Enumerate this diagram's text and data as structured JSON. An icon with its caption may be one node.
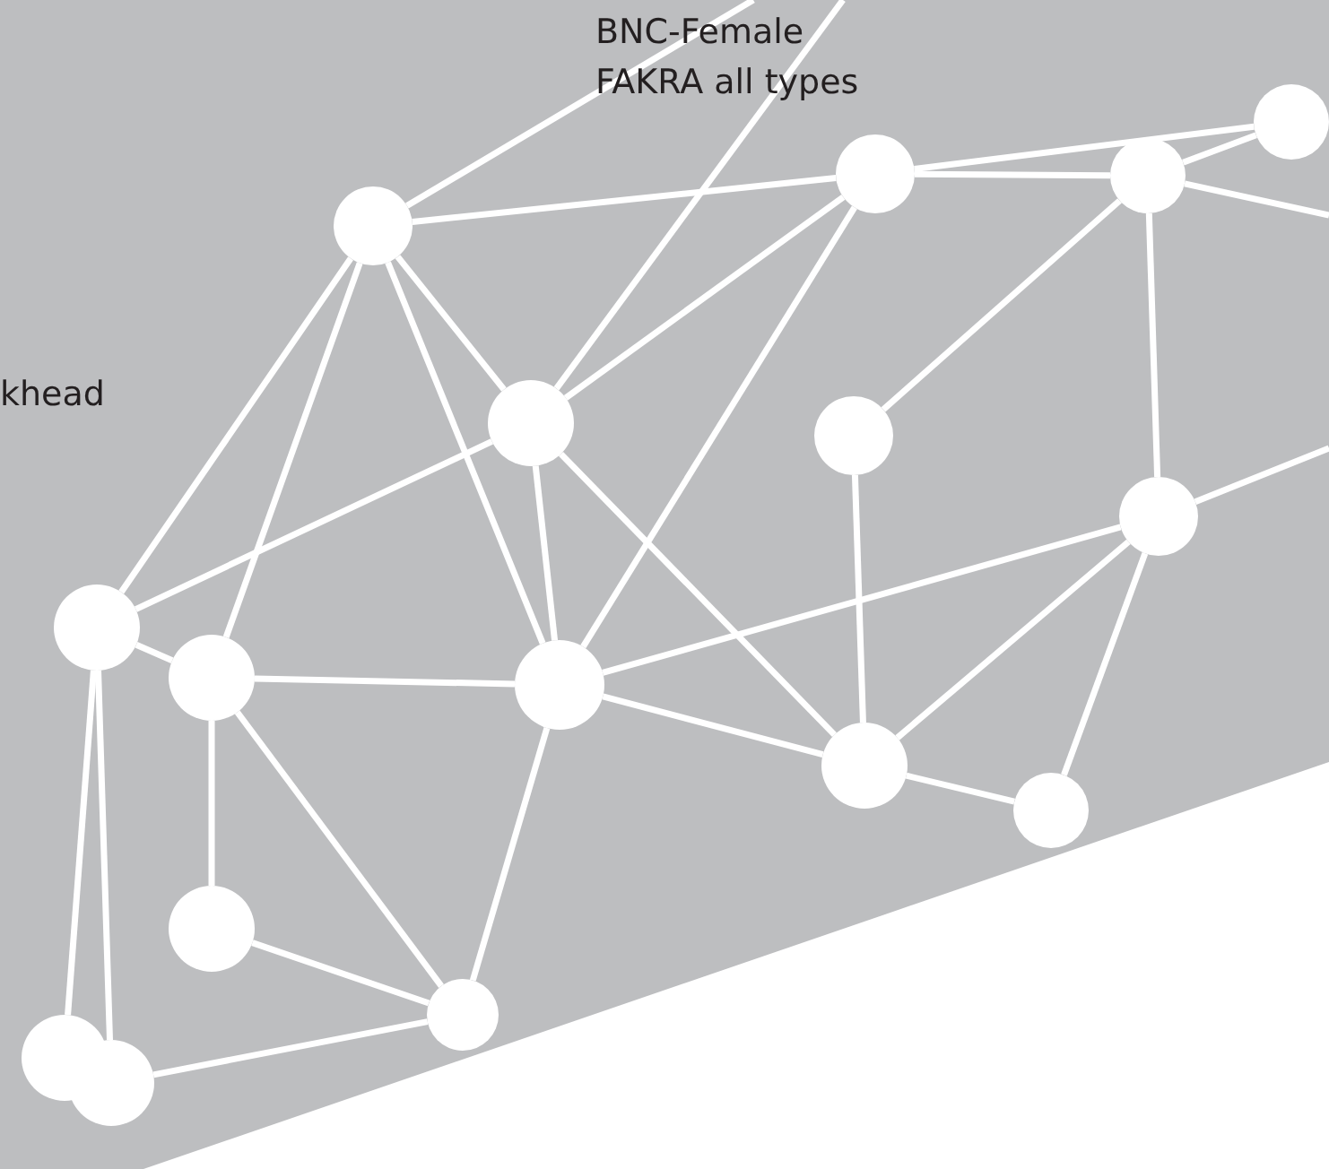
{
  "diagram": {
    "nodes": [
      {
        "text": [],
        "shape": "circle"
      },
      {
        "text": [],
        "shape": "circle"
      },
      {
        "text": [],
        "shape": "circle"
      },
      {
        "text": [],
        "shape": "circle"
      },
      {
        "text": [],
        "shape": "circle"
      },
      {
        "text": [],
        "shape": "circle"
      },
      {
        "text": [],
        "shape": "circle"
      },
      {
        "text": [],
        "shape": "circle"
      },
      {
        "text": [],
        "shape": "circle"
      },
      {
        "text": [],
        "shape": "circle"
      },
      {
        "text": [],
        "shape": "circle"
      },
      {
        "text": [],
        "shape": "circle"
      },
      {
        "text": [],
        "shape": "circle"
      },
      {
        "text": [],
        "shape": "circle"
      },
      {
        "text": [],
        "shape": "circle"
      },
      {
        "text": [],
        "shape": "circle"
      }
    ],
    "edges": [
      {
        "from": 1,
        "to": 0,
        "arrow": "none"
      },
      {
        "from": 1,
        "to": 2,
        "arrow": "none"
      },
      {
        "from": 2,
        "to": 0,
        "arrow": "none"
      },
      {
        "from": 3,
        "to": 4,
        "arrow": "none"
      },
      {
        "from": 3,
        "to": 9,
        "arrow": "none"
      },
      {
        "from": 3,
        "to": 8,
        "arrow": "none"
      },
      {
        "from": 3,
        "to": 7,
        "arrow": "none"
      },
      {
        "from": 4,
        "to": 1,
        "arrow": "none"
      },
      {
        "from": 4,
        "to": 9,
        "arrow": "none"
      },
      {
        "from": 4,
        "to": 7,
        "arrow": "none"
      },
      {
        "from": 4,
        "to": 10,
        "arrow": "none"
      },
      {
        "from": 1,
        "to": 9,
        "arrow": "none"
      },
      {
        "from": 2,
        "to": 5,
        "arrow": "none"
      },
      {
        "from": 2,
        "to": 6,
        "arrow": "none"
      },
      {
        "from": 5,
        "to": 10,
        "arrow": "none"
      },
      {
        "from": 6,
        "to": 10,
        "arrow": "none"
      },
      {
        "from": 6,
        "to": 11,
        "arrow": "none"
      },
      {
        "from": 9,
        "to": 10,
        "arrow": "none"
      },
      {
        "from": 9,
        "to": 8,
        "arrow": "none"
      },
      {
        "from": 9,
        "to": 15,
        "arrow": "none"
      },
      {
        "from": 8,
        "to": 12,
        "arrow": "none"
      },
      {
        "from": 8,
        "to": 15,
        "arrow": "none"
      },
      {
        "from": 7,
        "to": 13,
        "arrow": "none"
      },
      {
        "from": 7,
        "to": 14,
        "arrow": "none"
      },
      {
        "from": 7,
        "to": 8,
        "arrow": "none"
      },
      {
        "from": 12,
        "to": 15,
        "arrow": "none"
      },
      {
        "from": 14,
        "to": 15,
        "arrow": "none"
      },
      {
        "from": 10,
        "to": 11,
        "arrow": "none"
      },
      {
        "from": 9,
        "to": 6,
        "arrow": "none"
      },
      {
        "from": 3,
        "to": null,
        "arrow": "none"
      },
      {
        "from": 4,
        "to": null,
        "arrow": "none"
      },
      {
        "from": 6,
        "to": null,
        "arrow": "none"
      },
      {
        "from": 2,
        "to": null,
        "arrow": "none"
      },
      {
        "from": 3,
        "to": 1,
        "arrow": "none"
      }
    ],
    "labels": [
      "BNC-Female",
      "FAKRA all types",
      "khead"
    ]
  }
}
